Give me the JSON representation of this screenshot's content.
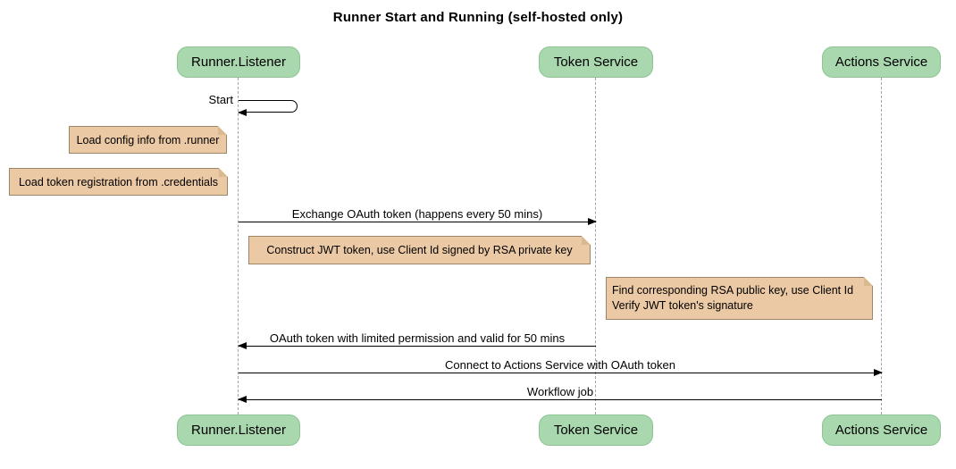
{
  "diagram": {
    "title": "Runner Start and Running (self-hosted only)",
    "type": "sequence",
    "participants": [
      {
        "id": "runner-listener",
        "label": "Runner.Listener"
      },
      {
        "id": "token-service",
        "label": "Token Service"
      },
      {
        "id": "actions-service",
        "label": "Actions Service"
      }
    ],
    "messages": [
      {
        "label": "Start",
        "from": "Runner.Listener",
        "to": "Runner.Listener",
        "kind": "self"
      },
      {
        "label": "Exchange OAuth token (happens every 50 mins)",
        "from": "Runner.Listener",
        "to": "Token Service",
        "kind": "solid-right"
      },
      {
        "label": "OAuth token with limited permission and valid for 50 mins",
        "from": "Token Service",
        "to": "Runner.Listener",
        "kind": "solid-left"
      },
      {
        "label": "Connect to Actions Service with OAuth token",
        "from": "Runner.Listener",
        "to": "Actions Service",
        "kind": "solid-right"
      },
      {
        "label": "Workflow job",
        "from": "Actions Service",
        "to": "Runner.Listener",
        "kind": "solid-left"
      }
    ],
    "notes": [
      {
        "text": "Load config info from .runner",
        "anchor": "Runner.Listener"
      },
      {
        "text": "Load token registration from .credentials",
        "anchor": "Runner.Listener"
      },
      {
        "text": "Construct JWT token, use Client Id signed by RSA private key",
        "anchor": "Runner.Listener"
      },
      {
        "lines": [
          "Find corresponding RSA public key, use Client Id",
          "Verify JWT token's signature"
        ],
        "anchor": "Actions Service"
      }
    ],
    "colors": {
      "participant_fill": "#A9D7AE",
      "participant_border": "#8CC593",
      "note_fill": "#ECC9A5",
      "note_border": "#9C8668",
      "lifeline": "#A3A3A3",
      "text": "#000000",
      "background": "#FFFFFF"
    }
  }
}
